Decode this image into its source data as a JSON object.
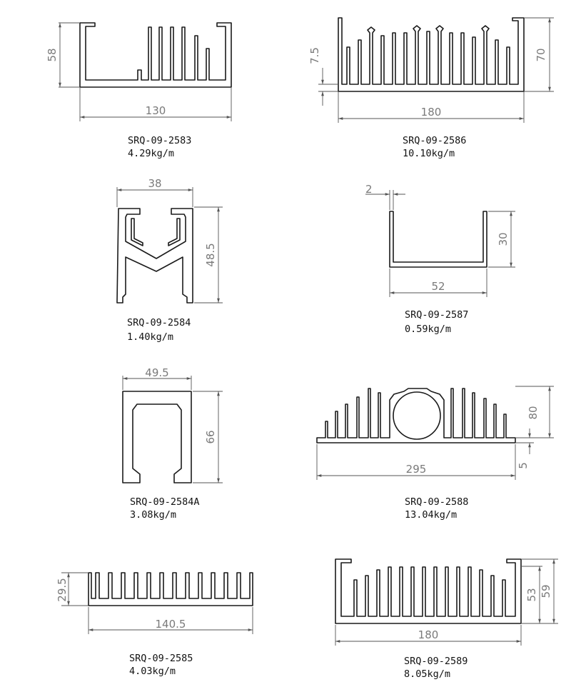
{
  "colors": {
    "outline": "#1a1a1a",
    "dimension": "#555555",
    "dimension_text": "#7a7a7a",
    "label": "#111111"
  },
  "profiles": [
    {
      "code": "SRQ-09-2583",
      "weight": "4.29kg/m",
      "dims": {
        "width": "130",
        "height": "58"
      }
    },
    {
      "code": "SRQ-09-2586",
      "weight": "10.10kg/m",
      "dims": {
        "width": "180",
        "height": "70",
        "base": "7.5"
      }
    },
    {
      "code": "SRQ-09-2584",
      "weight": "1.40kg/m",
      "dims": {
        "width": "38",
        "height": "48.5"
      }
    },
    {
      "code": "SRQ-09-2587",
      "weight": "0.59kg/m",
      "dims": {
        "width": "52",
        "height": "30",
        "wall": "2"
      }
    },
    {
      "code": "SRQ-09-2584A",
      "weight": "3.08kg/m",
      "dims": {
        "width": "49.5",
        "height": "66"
      }
    },
    {
      "code": "SRQ-09-2588",
      "weight": "13.04kg/m",
      "dims": {
        "width": "295",
        "height": "80",
        "base": "5"
      }
    },
    {
      "code": "SRQ-09-2585",
      "weight": "4.03kg/m",
      "dims": {
        "width": "140.5",
        "height": "29.5"
      }
    },
    {
      "code": "SRQ-09-2589",
      "weight": "8.05kg/m",
      "dims": {
        "width": "180",
        "height": "59",
        "inner": "53"
      }
    }
  ]
}
